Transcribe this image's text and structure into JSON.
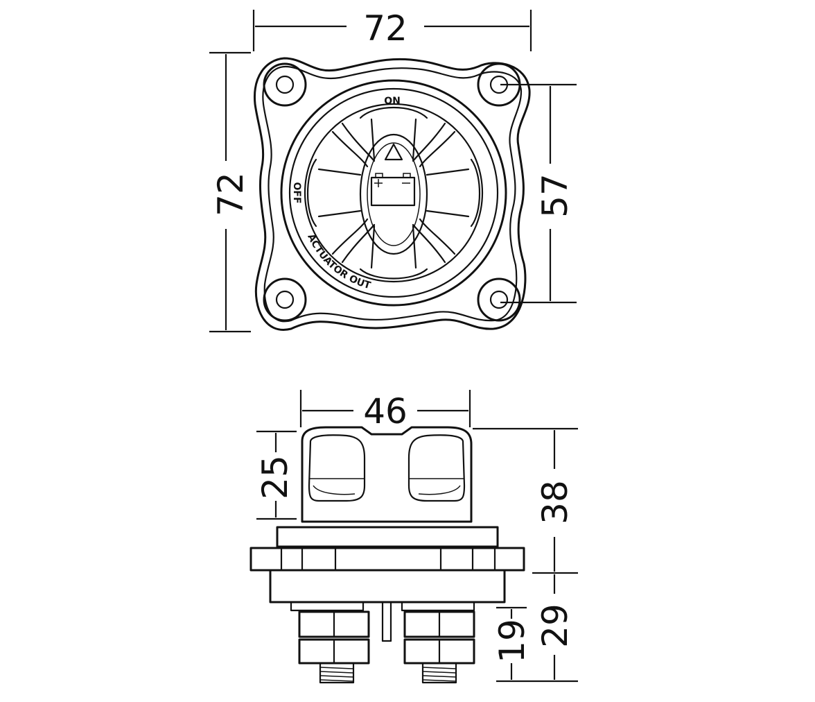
{
  "top_view": {
    "width_dim": "72",
    "height_dim": "72",
    "hole_spacing_dim": "57",
    "label_on": "ON",
    "label_off": "OFF",
    "label_actuator": "ACTUATOR OUT"
  },
  "side_view": {
    "knob_width_dim": "46",
    "knob_height_dim": "25",
    "upper_height_dim": "38",
    "lower_height_dim": "29",
    "stud_height_dim": "19"
  }
}
